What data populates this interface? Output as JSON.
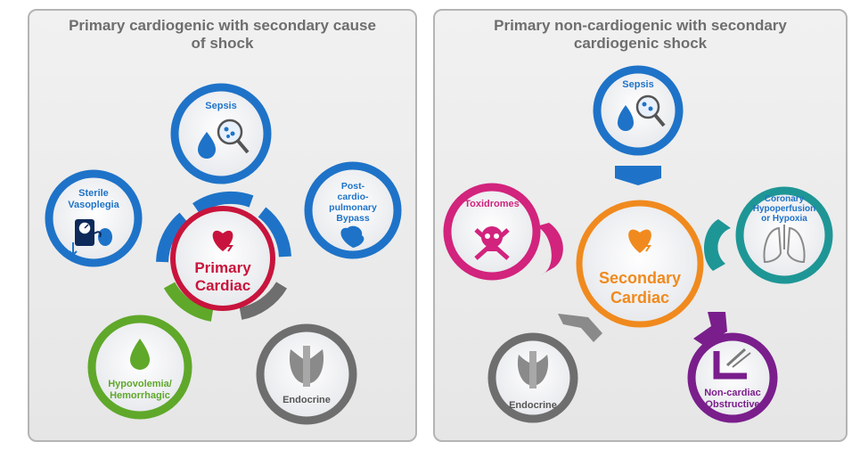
{
  "left_panel": {
    "title": "Primary cardiogenic with secondary cause\nof shock",
    "center": {
      "line1": "Primary",
      "line2": "Cardiac",
      "color": "#c8143c"
    },
    "nodes": {
      "sepsis": {
        "lines": [
          "Sepsis"
        ],
        "color": "#1e73c8"
      },
      "postcardio": {
        "lines": [
          "Post-",
          "cardio-",
          "pulmonary",
          "Bypass"
        ],
        "color": "#1e73c8"
      },
      "sterile": {
        "lines": [
          "Sterile",
          "Vasoplegia"
        ],
        "color": "#1e73c8"
      },
      "hypovolemia": {
        "lines": [
          "Hypovolemia/",
          "Hemorrhagic"
        ],
        "color": "#5fa82a"
      },
      "endocrine": {
        "lines": [
          "Endocrine"
        ],
        "color": "#6e6e6e"
      }
    }
  },
  "right_panel": {
    "title": "Primary non-cardiogenic with secondary\ncardiogenic shock",
    "center": {
      "line1": "Secondary",
      "line2": "Cardiac",
      "color": "#f08a1e"
    },
    "nodes": {
      "sepsis": {
        "lines": [
          "Sepsis"
        ],
        "color": "#1e73c8"
      },
      "toxidromes": {
        "lines": [
          "Toxidromes"
        ],
        "color": "#d2237d"
      },
      "coronary": {
        "lines": [
          "Coronary",
          "Hypoperfusion",
          "or Hypoxia"
        ],
        "color": "#1e9696"
      },
      "endocrine": {
        "lines": [
          "Endocrine"
        ],
        "color": "#6e6e6e"
      },
      "noncardiac": {
        "lines": [
          "Non-cardiac",
          "Obstructive"
        ],
        "color": "#7a1e8c"
      }
    }
  }
}
